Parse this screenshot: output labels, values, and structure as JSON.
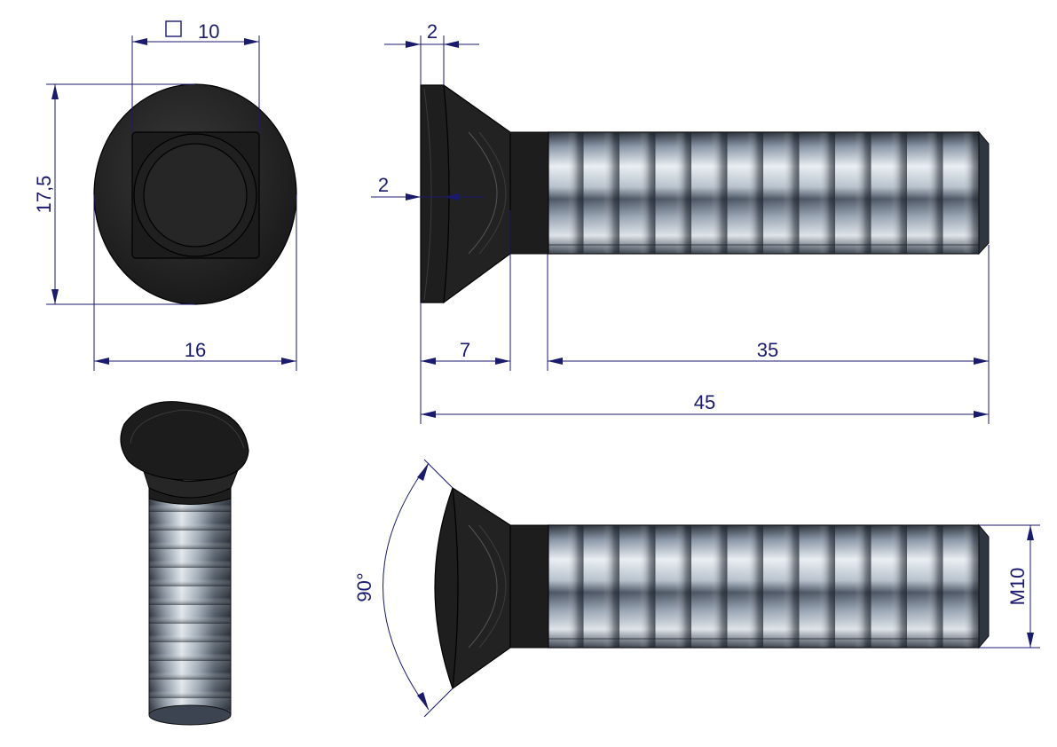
{
  "dimensions": {
    "square": "10",
    "head_height": "17,5",
    "head_width": "16",
    "head_thickness": "2",
    "cone_offset": "2",
    "neck_length": "7",
    "thread_length": "35",
    "total_length": "45",
    "angle": "90°",
    "thread": "M10"
  },
  "colors": {
    "dimension": "#1a1a6e",
    "bolt_body": "#1b1b1b",
    "thread_light": "#e8eef2",
    "thread_dark": "#3a4452"
  },
  "icons": {
    "square_symbol": "square-icon"
  }
}
